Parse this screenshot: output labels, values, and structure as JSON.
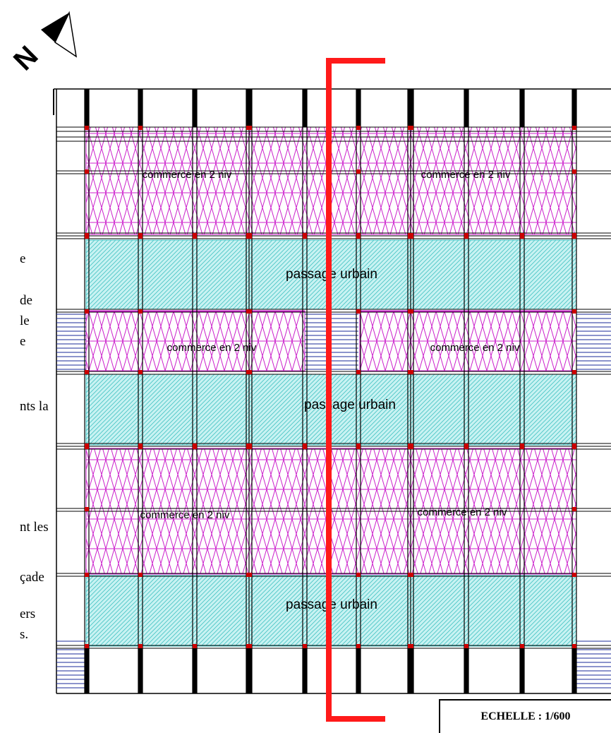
{
  "zones": {
    "commerce_label": "commerce en 2 niv",
    "passage_label": "passage urbain"
  },
  "side_text_fragments": [
    "e",
    "de",
    "le",
    "e",
    "nts la",
    "nt les",
    "çade",
    "ers",
    "s."
  ],
  "scale": {
    "label": "ECHELLE : 1/600"
  },
  "colors": {
    "commerce_hatch": "#cc22cc",
    "passage_fill": "#c8f2f2",
    "passage_hatch": "#46c4c4",
    "section_line": "#ff1a1a",
    "stairs": "#1a2a9a",
    "structure": "#000000"
  },
  "icons": {
    "north_arrow": "north-arrow-icon"
  }
}
